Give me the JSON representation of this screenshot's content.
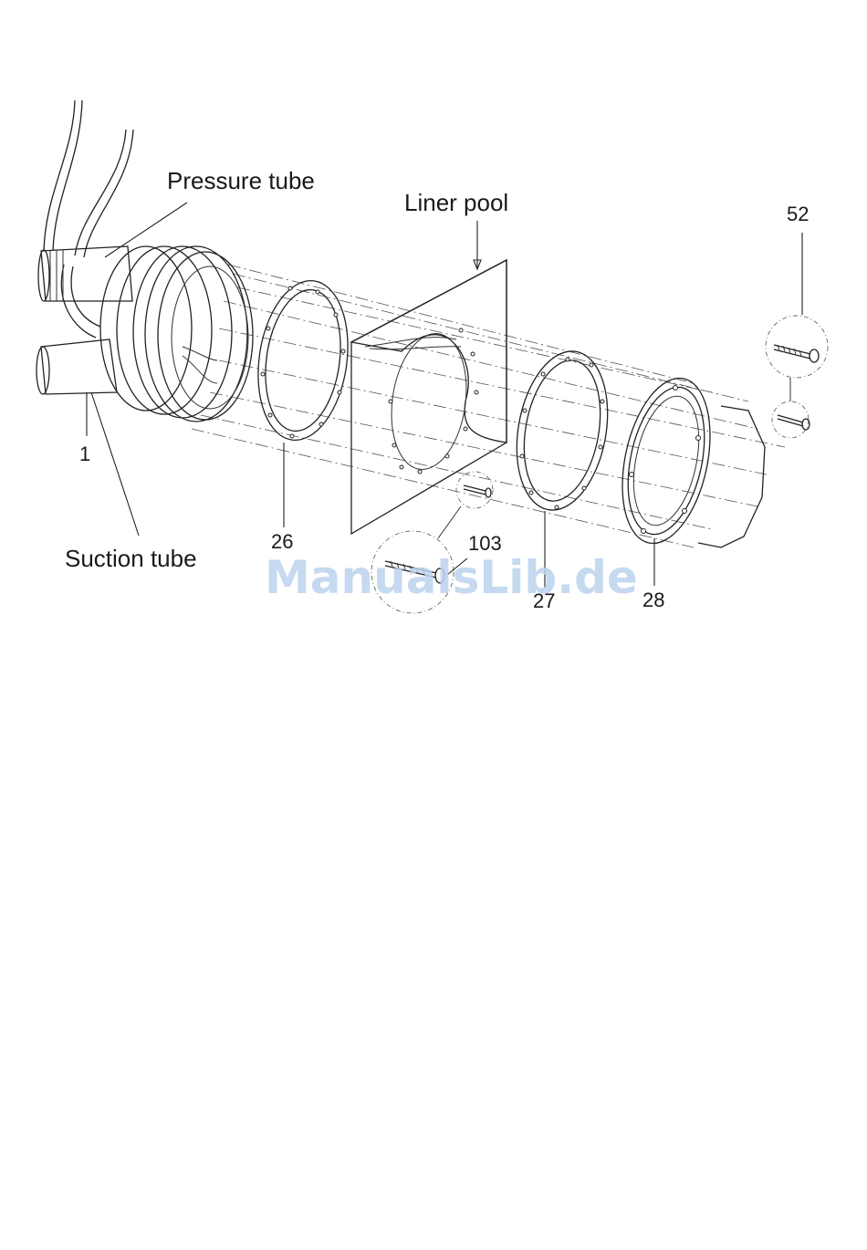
{
  "labels": {
    "pressure_tube": "Pressure tube",
    "suction_tube": "Suction tube",
    "liner_pool": "Liner pool",
    "part_1": "1",
    "part_26": "26",
    "part_27": "27",
    "part_28": "28",
    "part_52": "52",
    "part_103": "103"
  },
  "watermark": "ManualsLib.de",
  "colors": {
    "line": "#222222",
    "liner_shade": "#c8c8c8",
    "watermark": "#bcd3ee"
  }
}
